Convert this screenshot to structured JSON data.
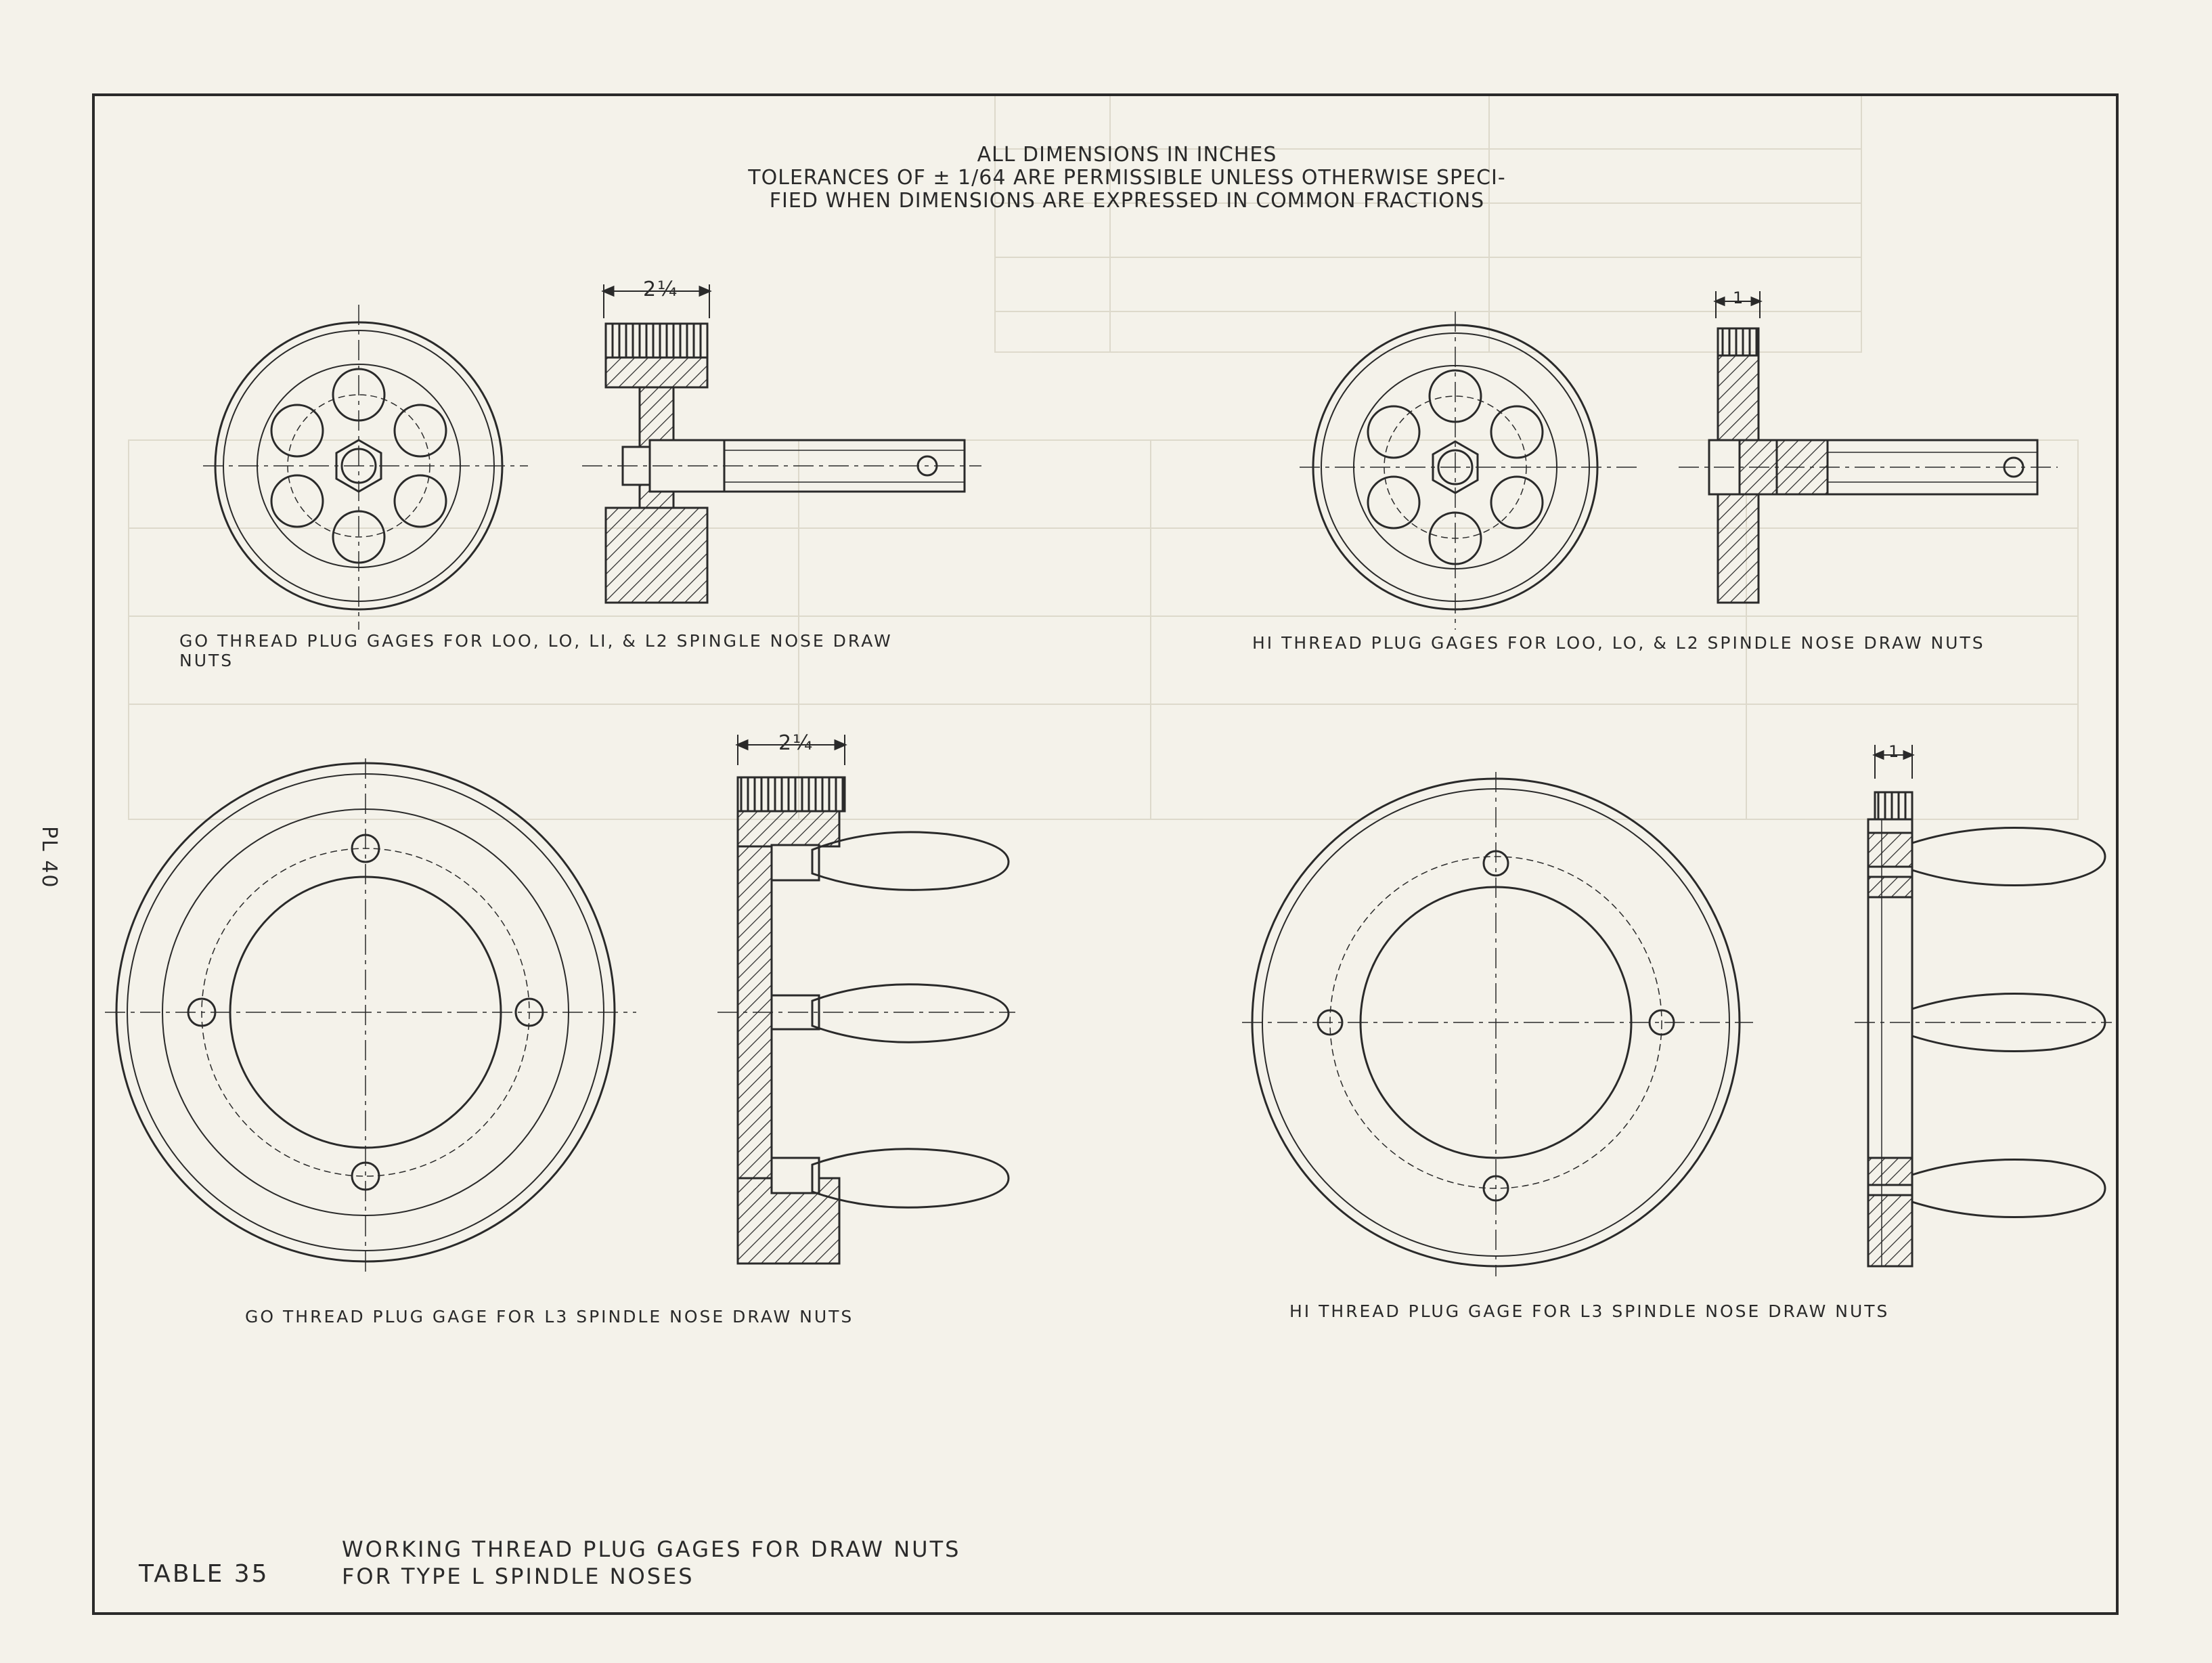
{
  "header": {
    "line1": "ALL DIMENSIONS IN INCHES",
    "line2": "TOLERANCES OF ± 1/64 ARE PERMISSIBLE UNLESS OTHERWISE SPECI-",
    "line3": "FIED WHEN DIMENSIONS ARE EXPRESSED IN COMMON FRACTIONS"
  },
  "dimensions": {
    "top_left_width": "2¼",
    "top_right_width": "1",
    "bottom_left_width": "2¼",
    "bottom_right_width": "1"
  },
  "captions": {
    "top_left_line1": "GO THREAD PLUG GAGES FOR LOO, LO, LI, & L2 SPINGLE NOSE DRAW",
    "top_left_line2": "NUTS",
    "top_right": "HI THREAD PLUG GAGES FOR LOO, LO, & L2 SPINDLE NOSE DRAW NUTS",
    "bottom_left": "GO THREAD PLUG GAGE FOR  L3 SPINDLE NOSE DRAW NUTS",
    "bottom_right": "HI THREAD PLUG GAGE FOR L3 SPINDLE NOSE DRAW NUTS"
  },
  "footer": {
    "table_label": "TABLE 35",
    "title_line1": "WORKING THREAD PLUG GAGES FOR DRAW NUTS",
    "title_line2": "FOR TYPE L SPINDLE NOSES"
  },
  "page_number": "PL 40",
  "colors": {
    "paper": "#f4f2ea",
    "ink": "#2a2a2a",
    "faint": "#cfcabb"
  }
}
